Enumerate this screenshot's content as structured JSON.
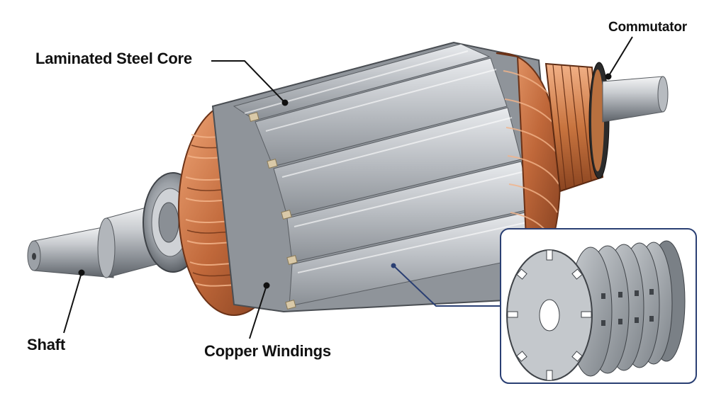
{
  "labels": {
    "core": "Laminated Steel Core",
    "commutator": "Commutator",
    "shaft": "Shaft",
    "windings": "Copper Windings"
  },
  "colors": {
    "steel_light": "#dcdfe3",
    "steel_mid": "#a9aeb4",
    "steel_dark": "#6e737a",
    "copper_light": "#e89a66",
    "copper_mid": "#c0683a",
    "copper_dark": "#7c3a1c",
    "callout_frame": "#2a3f73",
    "leader": "#111111"
  },
  "icons": {
    "armature": "motor-armature-illustration",
    "laminations": "lamination-stack-illustration"
  }
}
